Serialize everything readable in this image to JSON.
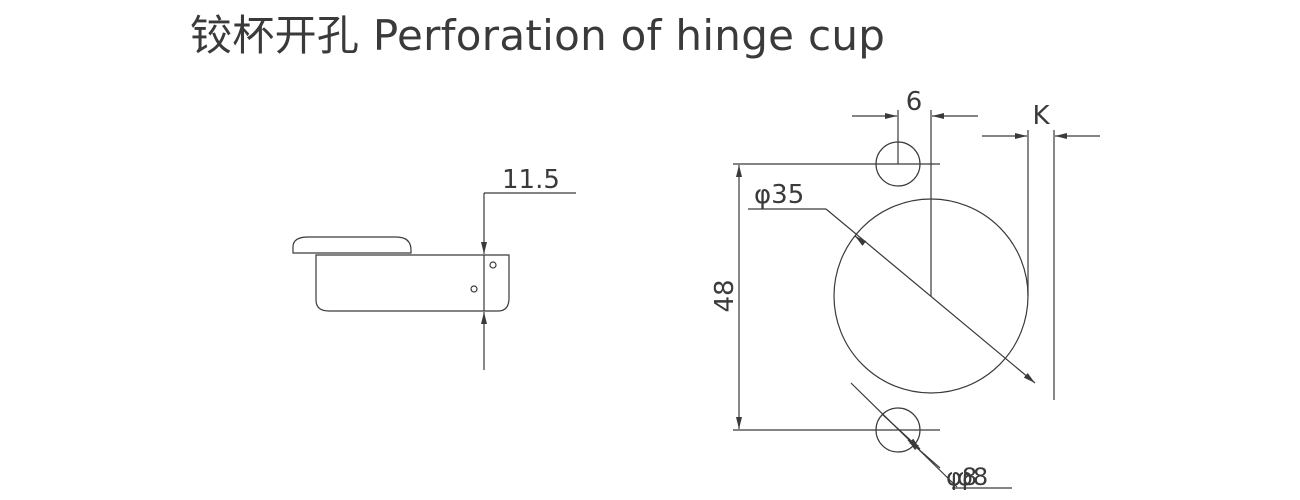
{
  "title": "铰杯开孔 Perforation of hinge cup",
  "side_view": {
    "depth_label": "11.5"
  },
  "front_view": {
    "spacing_label": "6",
    "k_label": "K",
    "cup_diameter_label": "φ35",
    "height_label": "48",
    "pin_diameter_label_a": "φ8",
    "pin_diameter_label_b": "φ8"
  },
  "colors": {
    "line": "#3a3a3a",
    "background": "#ffffff"
  }
}
